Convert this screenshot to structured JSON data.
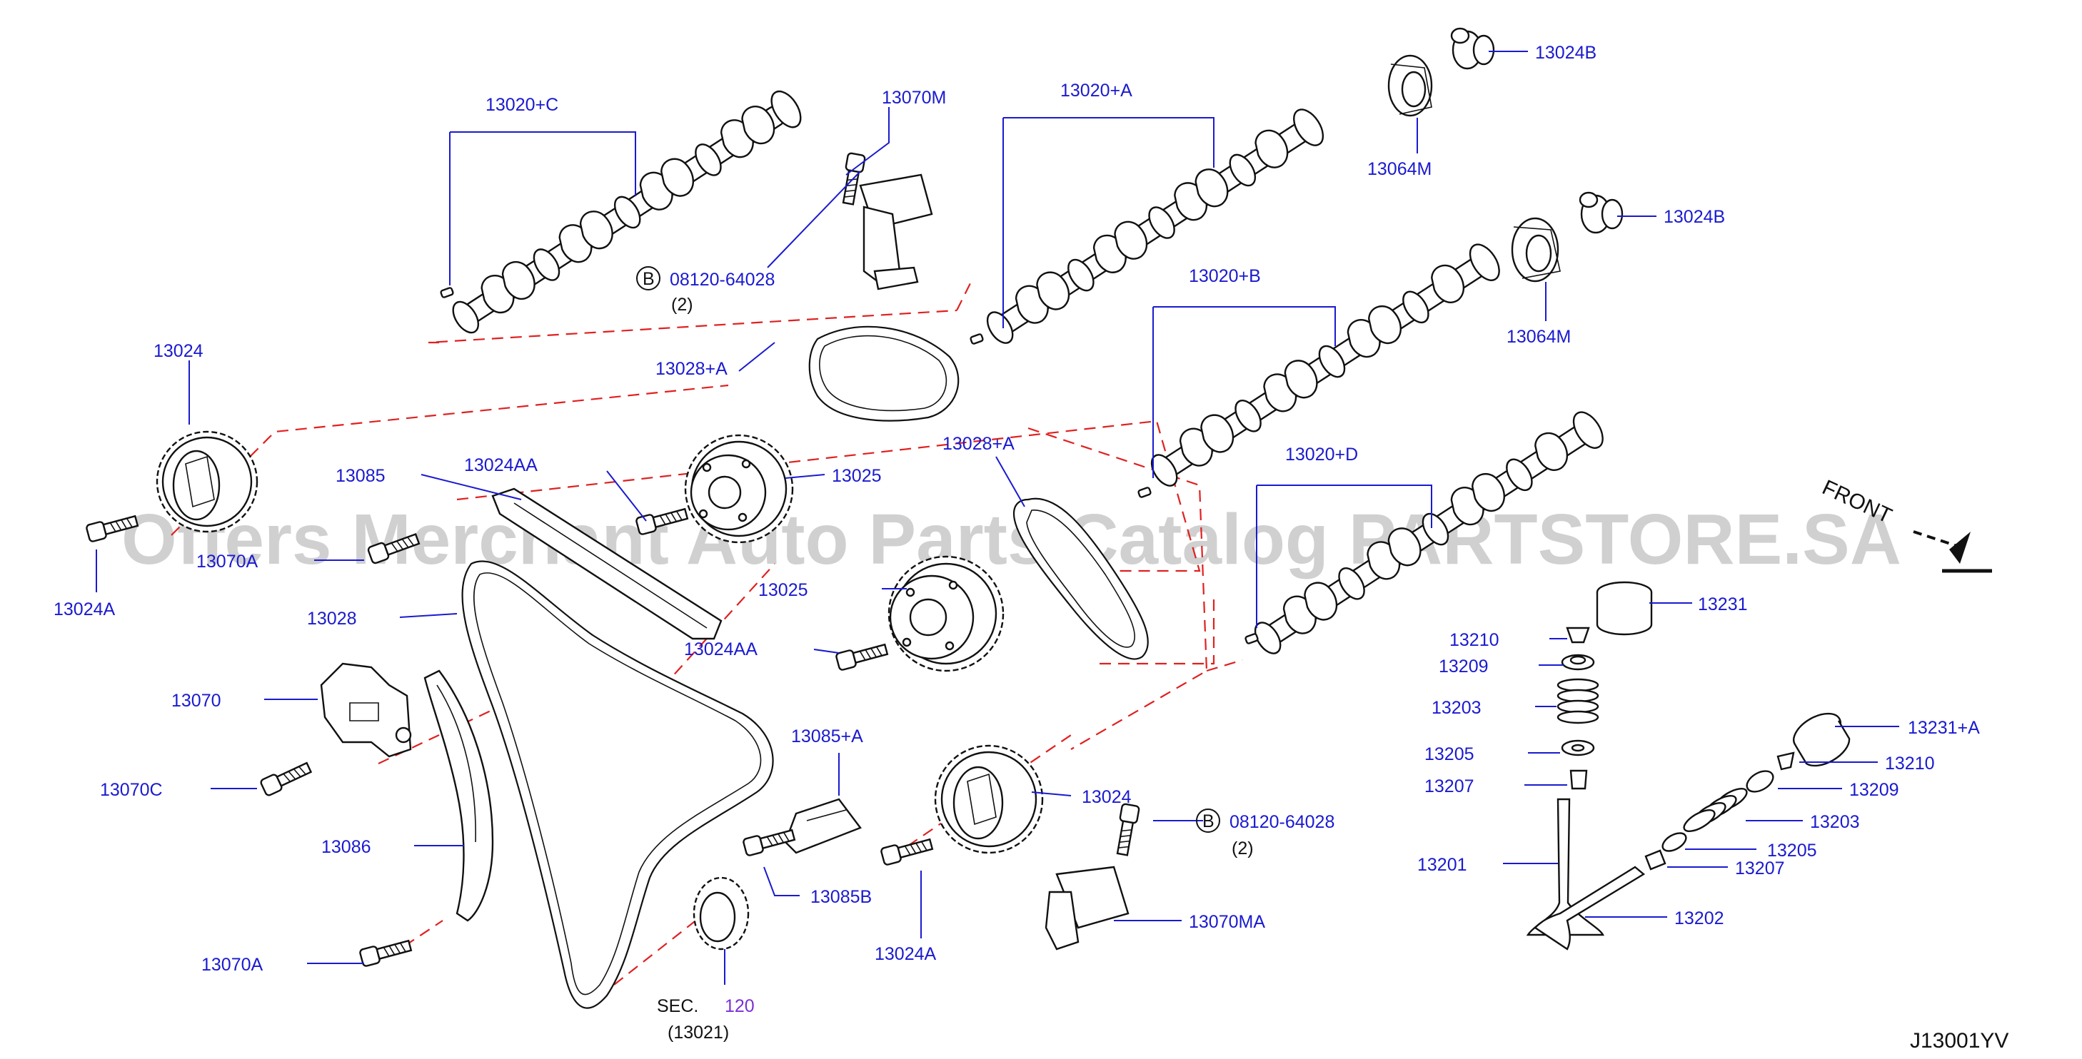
{
  "labels": {
    "cam_c": "13020+C",
    "cam_a": "13020+A",
    "cam_b": "13020+B",
    "cam_d": "13020+D",
    "sensor_m": "13070M",
    "sensor_ma": "13070MA",
    "bolt_spec_1": "08120-64028",
    "bolt_qty_1": "(2)",
    "bolt_spec_2": "08120-64028",
    "bolt_qty_2": "(2)",
    "bolt_marker": "B",
    "plug_1": "13024B",
    "plug_2": "13024B",
    "seal_1": "13064M",
    "seal_2": "13064M",
    "sprocket_left": "13024",
    "sprocket_right": "13024",
    "bolt_left": "13024A",
    "bolt_right": "13024A",
    "chain_sec_1": "13028+A",
    "chain_sec_2": "13028+A",
    "main_chain": "13028",
    "guide_13085": "13085",
    "bolt_aa_1": "13024AA",
    "bolt_aa_2": "13024AA",
    "vvt_1": "13025",
    "vvt_2": "13025",
    "tensioner_bolt_a_top": "13070A",
    "tensioner": "13070",
    "tensioner_bolt_c": "13070C",
    "slack_guide": "13086",
    "tensioner_bolt_a_bottom": "13070A",
    "guide_a": "13085+A",
    "guide_b": "13085B",
    "sec_text": "SEC.",
    "sec_number": "120",
    "sec_sub": "(13021)",
    "lifter": "13231",
    "lifter_a": "13231+A",
    "collet_1": "13210",
    "collet_2": "13210",
    "retainer_1": "13209",
    "retainer_2": "13209",
    "spring_1": "13203",
    "spring_2": "13203",
    "seat_1": "13205",
    "seat_2": "13205",
    "seal_v_1": "13207",
    "seal_v_2": "13207",
    "intake_valve": "13201",
    "exhaust_valve": "13202",
    "front": "FRONT",
    "diagram_code": "J13001YV",
    "watermark": "Offers Merchant Auto Parts Catalog PARTSTORE.SA"
  },
  "icons": {
    "front_arrow": "arrow-icon",
    "bolt_marker": "circle-b-icon"
  },
  "colors": {
    "label": "#1a1ad0",
    "dashed_line": "#e02020",
    "part_outline": "#111111",
    "sec_number": "#7b2fd6"
  }
}
